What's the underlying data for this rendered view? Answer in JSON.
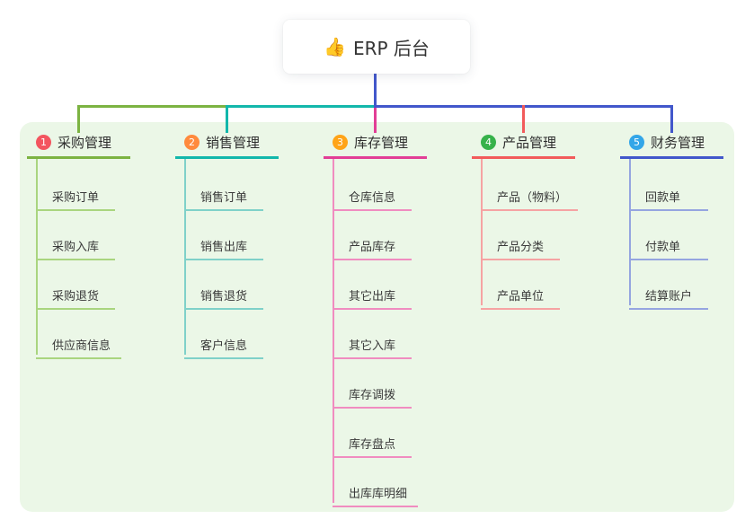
{
  "root": {
    "icon": "thumbs-up-icon",
    "emoji": "👍",
    "label": "ERP 后台",
    "line_color": "#4257cb"
  },
  "panel": {
    "background": "#ebf7e7"
  },
  "branches": [
    {
      "num": "1",
      "label": "采购管理",
      "badge_color": "#f3555f",
      "line_color": "#7cb342",
      "child_line_color": "#a9d57f",
      "children": [
        "采购订单",
        "采购入库",
        "采购退货",
        "供应商信息"
      ]
    },
    {
      "num": "2",
      "label": "销售管理",
      "badge_color": "#ff8a3d",
      "line_color": "#12b7ab",
      "child_line_color": "#7fd1c9",
      "children": [
        "销售订单",
        "销售出库",
        "销售退货",
        "客户信息"
      ]
    },
    {
      "num": "3",
      "label": "库存管理",
      "badge_color": "#ffa418",
      "line_color": "#e23e96",
      "child_line_color": "#f08cc0",
      "children": [
        "仓库信息",
        "产品库存",
        "其它出库",
        "其它入库",
        "库存调拨",
        "库存盘点",
        "出库库明细"
      ]
    },
    {
      "num": "4",
      "label": "产品管理",
      "badge_color": "#36b24a",
      "line_color": "#f25b5b",
      "child_line_color": "#f6a3a3",
      "children": [
        "产品（物料）",
        "产品分类",
        "产品单位"
      ]
    },
    {
      "num": "5",
      "label": "财务管理",
      "badge_color": "#33a6e8",
      "line_color": "#4257cb",
      "child_line_color": "#95a5e0",
      "children": [
        "回款单",
        "付款单",
        "结算账户"
      ]
    }
  ]
}
